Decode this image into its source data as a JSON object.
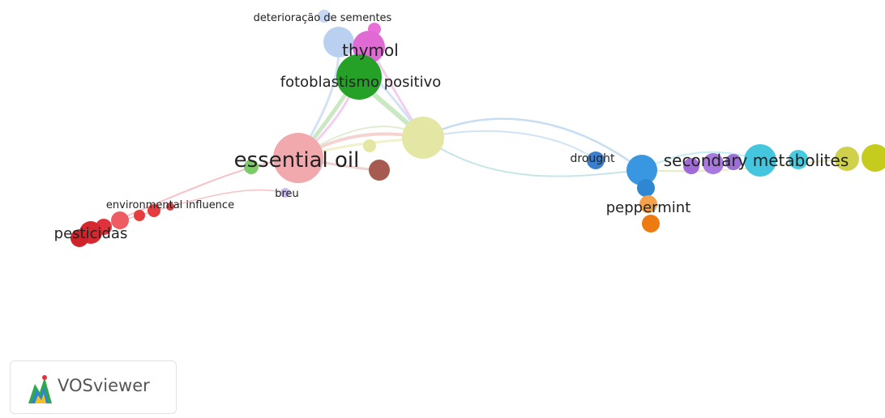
{
  "map": {
    "labels": {
      "deterioracao": "deterioração de sementes",
      "thymol": "thymol",
      "fotoblastismo": "fotoblastismo positivo",
      "essential_oil": "essential oil",
      "breu": "breu",
      "environmental": "environmental influence",
      "pesticidas": "pesticidas",
      "drought": "drought",
      "secondary": "secondary metabolites",
      "peppermint": "peppermint"
    },
    "cluster_colors": {
      "red": "#e0323a",
      "green": "#2da52d",
      "blue": "#2f8fd8",
      "yellow": "#cfcf3a",
      "purple": "#9b6fd6",
      "cyan": "#3ec4d8",
      "orange": "#f08a24",
      "pink": "#e06ad6",
      "brown": "#a85a4e",
      "lightblue": "#b8d0f0",
      "pale_yellow": "#e6eaa6"
    }
  },
  "logo": {
    "text": "VOSviewer",
    "icon": "vosviewer-logo-icon"
  }
}
